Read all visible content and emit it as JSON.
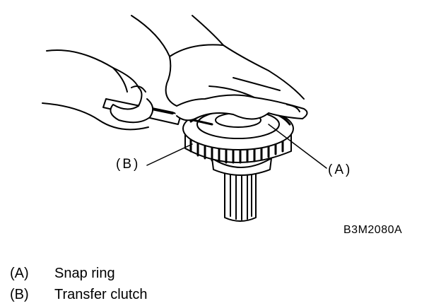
{
  "figure": {
    "callouts": {
      "a": "(A)",
      "b": "(B)"
    },
    "code": "B3M2080A"
  },
  "legend": [
    {
      "key": "(A)",
      "text": "Snap ring"
    },
    {
      "key": "(B)",
      "text": "Transfer clutch"
    }
  ]
}
